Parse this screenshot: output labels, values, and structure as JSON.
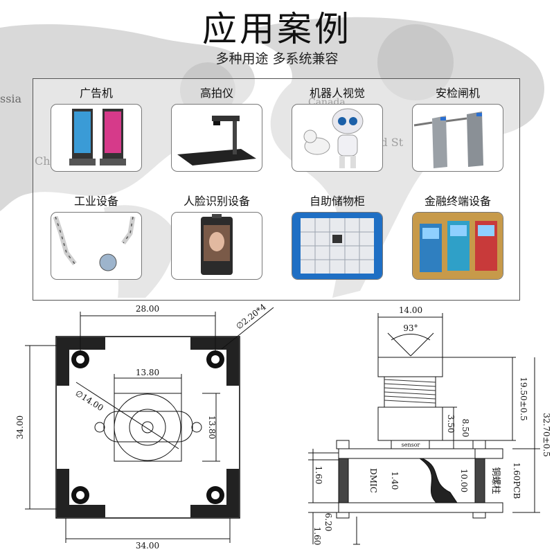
{
  "header": {
    "title": "应用案例",
    "subtitle": "多种用途 多系统兼容"
  },
  "map_labels": {
    "left_top": "ssia",
    "left_mid": "Ch",
    "canada": "Canada",
    "states": "ed St"
  },
  "cases": [
    {
      "label": "广告机",
      "icon": "advertising-machine-icon"
    },
    {
      "label": "高拍仪",
      "icon": "document-scanner-icon"
    },
    {
      "label": "机器人视觉",
      "icon": "robot-icon"
    },
    {
      "label": "安检闸机",
      "icon": "turnstile-gate-icon"
    },
    {
      "label": "工业设备",
      "icon": "robot-arm-icon"
    },
    {
      "label": "人脸识别设备",
      "icon": "face-recognition-terminal-icon"
    },
    {
      "label": "自助储物柜",
      "icon": "storage-locker-icon"
    },
    {
      "label": "金融终端设备",
      "icon": "atm-terminal-icon"
    }
  ],
  "front_view": {
    "dim_top": "28.00",
    "dim_hole": "∅2.20*4",
    "dim_lens_box": "13.80",
    "dim_lens_dia": "∅14.00",
    "dim_side_left": "34.00",
    "dim_side_right": "13.80",
    "dim_bottom": "34.00"
  },
  "side_view": {
    "dim_top": "14.00",
    "angle": "93°",
    "dim_lens_height": "19.50±0.5",
    "dim_total_height": "32.70±0.5",
    "dim_3_50": "3.50",
    "dim_8_50": "8.50",
    "sensor_label": "sensor",
    "dim_1_60_left": "1.60",
    "dmic_label": "DMIC",
    "dim_1_40": "1.40",
    "dim_10_00": "10.00",
    "copper_pillar_label": "铜螺柱",
    "dim_1_60_pcb": "1.60PCB",
    "dim_6_20": "6.20",
    "dim_1_60_bottom": "1.60"
  }
}
